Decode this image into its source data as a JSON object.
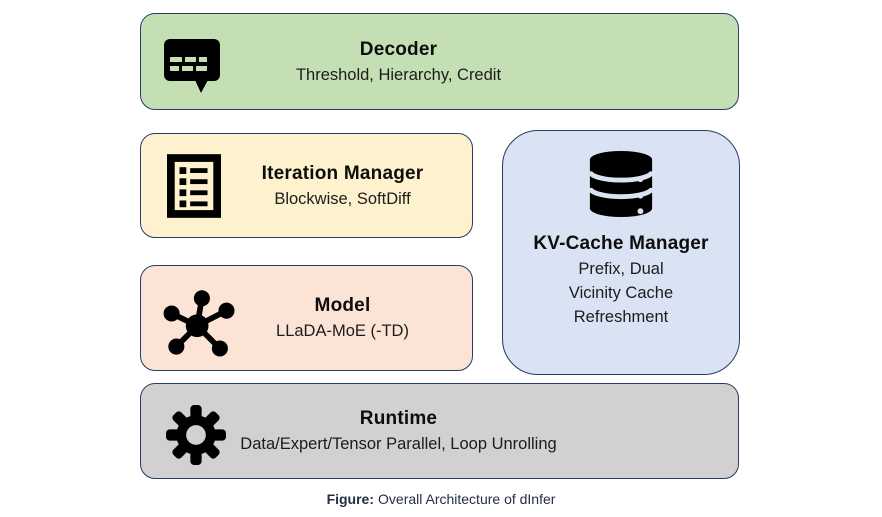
{
  "figure": {
    "caption": {
      "prefix": "Figure:",
      "text": "Overall Architecture of dInfer"
    }
  },
  "boxes": {
    "decoder": {
      "title": "Decoder",
      "subtitle": "Threshold, Hierarchy, Credit",
      "fill": "#C5DFB4",
      "icon": "speech-bubble-icon"
    },
    "iteration_manager": {
      "title": "Iteration Manager",
      "subtitle": "Blockwise, SoftDiff",
      "fill": "#FDF2CD",
      "icon": "checklist-icon"
    },
    "kv_cache_manager": {
      "title": "KV-Cache Manager",
      "subtitle_lines": [
        "Prefix, Dual",
        "Vicinity Cache",
        "Refreshment"
      ],
      "fill": "#DAE3F3",
      "icon": "database-icon"
    },
    "model": {
      "title": "Model",
      "subtitle": "LLaDA-MoE (-TD)",
      "fill": "#FBE3D5",
      "icon": "network-hub-icon"
    },
    "runtime": {
      "title": "Runtime",
      "subtitle": "Data/Expert/Tensor Parallel, Loop Unrolling",
      "fill": "#D2D0D0",
      "icon": "gear-icon"
    }
  },
  "colors": {
    "background": "#FFFFFF",
    "border": "#283C64",
    "icon": "#000000",
    "title_text": "#0D0D0D",
    "subtitle_text": "#1C1C1C",
    "caption_text": "#252E44"
  }
}
